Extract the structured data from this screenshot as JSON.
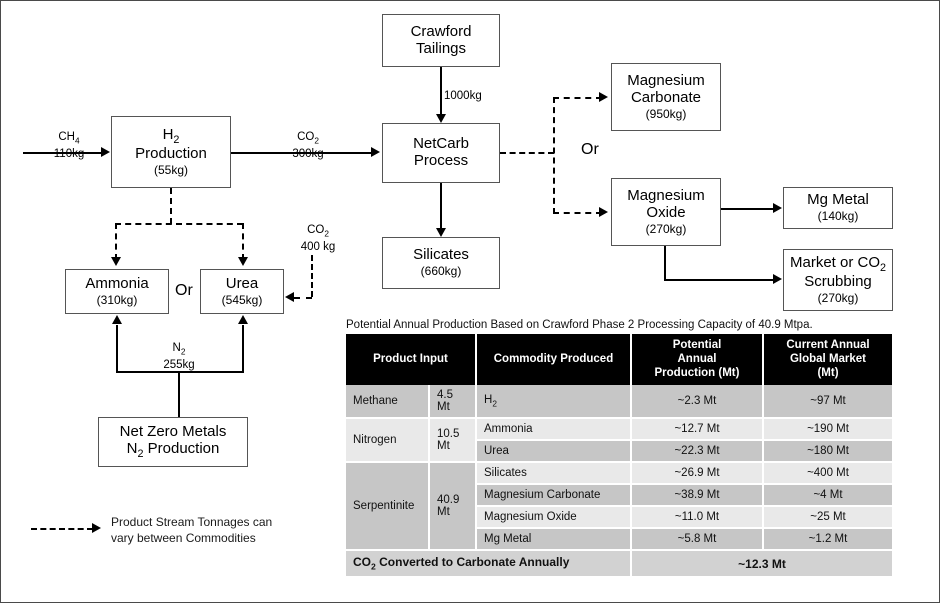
{
  "diagram": {
    "nodes": {
      "h2": {
        "line1": "H",
        "line1_sub": "2",
        "line2": "Production",
        "sub": "(55kg)"
      },
      "crawford": {
        "line1": "Crawford",
        "line2": "Tailings"
      },
      "netcarb": {
        "line1": "NetCarb",
        "line2": "Process"
      },
      "silicates": {
        "line1": "Silicates",
        "sub": "(660kg)"
      },
      "ammonia": {
        "line1": "Ammonia",
        "sub": "(310kg)"
      },
      "urea": {
        "line1": "Urea",
        "sub": "(545kg)"
      },
      "nzm": {
        "line1": "Net Zero Metals",
        "line2": "N",
        "line2_sub": "2",
        "line2_end": " Production"
      },
      "mg_carbonate": {
        "line1": "Magnesium",
        "line2": "Carbonate",
        "sub": "(950kg)"
      },
      "mg_oxide": {
        "line1": "Magnesium",
        "line2": "Oxide",
        "sub": "(270kg)"
      },
      "mg_metal": {
        "line1": "Mg Metal",
        "sub": "(140kg)"
      },
      "market_co2": {
        "line1": "Market or CO",
        "line1_sub": "2",
        "line2": "Scrubbing",
        "sub": "(270kg)"
      }
    },
    "stream_labels": {
      "ch4": {
        "species": "CH",
        "species_sub": "4",
        "mass": "110kg"
      },
      "co2_h2_to_netcarb": {
        "species": "CO",
        "species_sub": "2",
        "mass": "300kg"
      },
      "tailings_feed": {
        "mass": "1000kg"
      },
      "co2_to_urea": {
        "species": "CO",
        "species_sub": "2",
        "mass": "400 kg"
      },
      "n2": {
        "species": "N",
        "species_sub": "2",
        "mass": "255kg"
      }
    },
    "or_labels": {
      "left": "Or",
      "right": "Or"
    },
    "legend": {
      "line1": "Product Stream Tonnages can",
      "line2": "vary between Commodities"
    }
  },
  "table": {
    "caption": "Potential Annual Production Based on Crawford Phase 2 Processing Capacity of 40.9 Mtpa.",
    "headers": [
      "Product Input",
      "Commodity Produced",
      "Potential Annual Production (Mt)",
      "Current Annual Global Market (Mt)"
    ],
    "header_lines": {
      "product_input": "Product Input",
      "commodity": "Commodity Produced",
      "potential_l1": "Potential",
      "potential_l2": "Annual",
      "potential_l3": "Production (Mt)",
      "market_l1": "Current Annual",
      "market_l2": "Global Market",
      "market_l3": "(Mt)"
    },
    "inputs": [
      {
        "name": "Methane",
        "amount": "4.5 Mt",
        "rowspan": 1
      },
      {
        "name": "Nitrogen",
        "amount": "10.5 Mt",
        "rowspan": 2
      },
      {
        "name": "Serpentinite",
        "amount": "40.9 Mt",
        "rowspan": 4
      }
    ],
    "rows": [
      {
        "commodity": "H",
        "commodity_sub": "2",
        "production": "~2.3 Mt",
        "market": "~97 Mt"
      },
      {
        "commodity": "Ammonia",
        "production": "~12.7 Mt",
        "market": "~190 Mt"
      },
      {
        "commodity": "Urea",
        "production": "~22.3 Mt",
        "market": "~180 Mt"
      },
      {
        "commodity": "Silicates",
        "production": "~26.9 Mt",
        "market": "~400 Mt"
      },
      {
        "commodity": "Magnesium Carbonate",
        "production": "~38.9 Mt",
        "market": "~4 Mt"
      },
      {
        "commodity": "Magnesium Oxide",
        "production": "~11.0 Mt",
        "market": "~25 Mt"
      },
      {
        "commodity": "Mg Metal",
        "production": "~5.8 Mt",
        "market": "~1.2 Mt"
      }
    ],
    "total_row": {
      "label_pre": "CO",
      "label_sub": "2",
      "label_post": " Converted to Carbonate Annually",
      "value": "~12.3 Mt"
    }
  },
  "colors": {
    "header_bg": "#000000",
    "row_dark": "#c6c6c6",
    "row_light": "#e9e9e9",
    "total_bg": "#d2d2d2",
    "box_border": "#555555",
    "frame": "#4a4a4a"
  }
}
